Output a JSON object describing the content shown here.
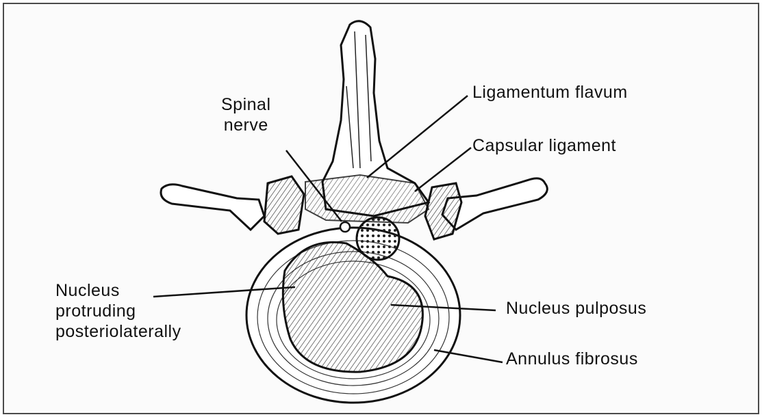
{
  "labels": {
    "spinal_nerve": [
      "Spinal",
      "nerve"
    ],
    "ligamentum_flavum": "Ligamentum flavum",
    "capsular_ligament": "Capsular ligament",
    "nucleus_protruding": [
      "Nucleus",
      "protruding",
      "posteriolaterally"
    ],
    "nucleus_pulposus": "Nucleus pulposus",
    "annulus_fibrosus": "Annulus fibrosus"
  }
}
